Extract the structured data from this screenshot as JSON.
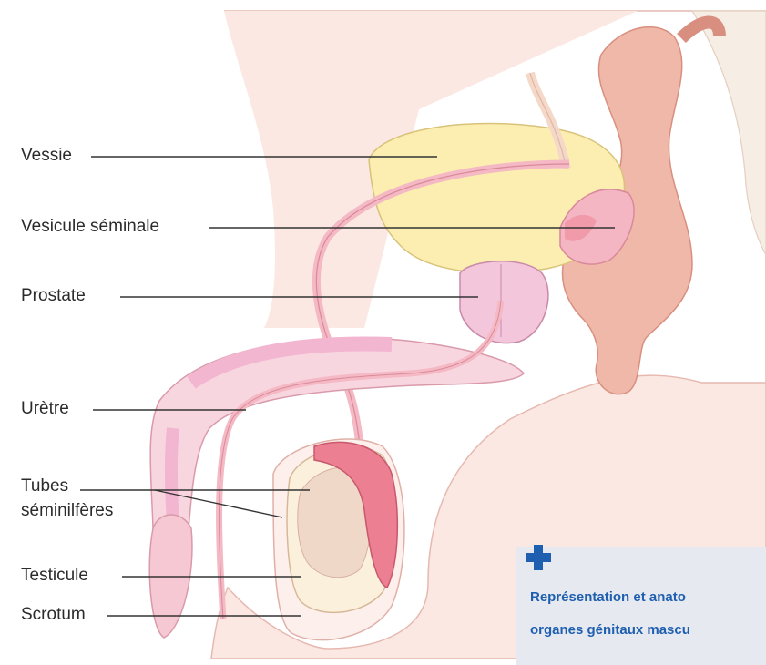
{
  "labels": {
    "vessie": "Vessie",
    "vesicule": "Vesicule séminale",
    "prostate": "Prostate",
    "uretre": "Urètre",
    "tubes_line1": "Tubes",
    "tubes_line2": "séminilfères",
    "testicule": "Testicule",
    "scrotum": "Scrotum"
  },
  "caption": {
    "line1": "Représentation et anato",
    "line2": "organes génitaux mascu"
  },
  "colors": {
    "skin": "#fbe8e3",
    "skin_outline": "#e6b9b0",
    "bladder": "#fbeeb0",
    "prostate": "#f3c6dc",
    "colon": "#f0b8a8",
    "erectile": "#f2b6d0",
    "testis": "#ec7f92",
    "caption_text": "#1f5fb0",
    "caption_bg": "#e6e9ef",
    "plus_icon": "#1f5fb0"
  },
  "icons": {
    "caption_icon": "plus-icon"
  }
}
